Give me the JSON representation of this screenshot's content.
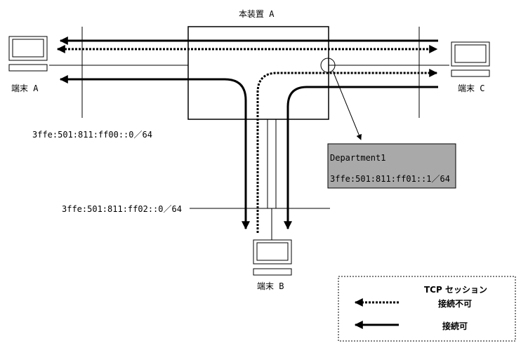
{
  "device": {
    "label": "本装置 A"
  },
  "terminals": {
    "a": "端末 A",
    "b": "端末 B",
    "c": "端末 C"
  },
  "networks": {
    "left": "3ffe:501:811:ff00::0／64",
    "bottom": "3ffe:501:811:ff02::0／64"
  },
  "callout": {
    "name": "Department1",
    "address": "3ffe:501:811:ff01::1／64",
    "fill": "#a9a9a9"
  },
  "legend": {
    "title": "TCP セッション",
    "dashed": "接続不可",
    "solid": "接続可"
  },
  "icons": [
    "computer-icon",
    "arrow-icon"
  ]
}
